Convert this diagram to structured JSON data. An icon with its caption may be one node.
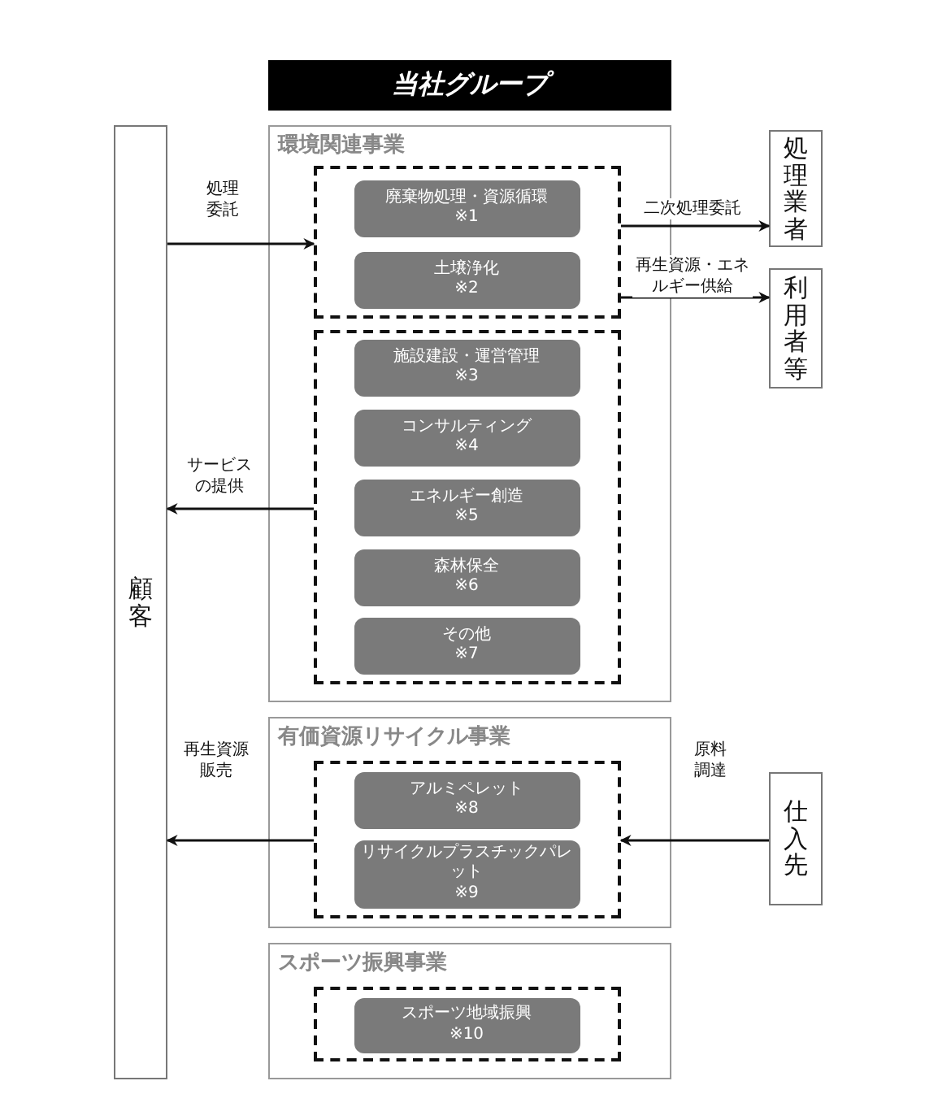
{
  "diagram": {
    "title": "当社グループ",
    "nodes": [
      {
        "text": [
          "顧客"
        ]
      },
      {
        "text": [
          "環境関連事業"
        ]
      },
      {
        "text": [],
        "shape": "box",
        "in": 1
      },
      {
        "text": [
          "廃棄物処理・資源循環",
          "※1"
        ],
        "in": 2
      },
      {
        "text": [
          "土壌浄化",
          "※2"
        ],
        "in": 2
      },
      {
        "text": [],
        "shape": "box",
        "in": 1
      },
      {
        "text": [
          "施設建設・運営管理",
          "※3"
        ],
        "in": 5
      },
      {
        "text": [
          "コンサルティング",
          "※4"
        ],
        "in": 5
      },
      {
        "text": [
          "エネルギー創造",
          "※5"
        ],
        "in": 5
      },
      {
        "text": [
          "森林保全",
          "※6"
        ],
        "in": 5
      },
      {
        "text": [
          "その他",
          "※7"
        ],
        "in": 5
      },
      {
        "text": [
          "有価資源リサイクル事業"
        ]
      },
      {
        "text": [],
        "shape": "box",
        "in": 11
      },
      {
        "text": [
          "アルミペレット",
          "※8"
        ],
        "in": 12
      },
      {
        "text": [
          "リサイクルプラスチックパレット",
          "※9"
        ],
        "in": 12
      },
      {
        "text": [
          "スポーツ振興事業"
        ]
      },
      {
        "text": [],
        "shape": "box",
        "in": 15
      },
      {
        "text": [
          "スポーツ地域振興",
          "※10"
        ],
        "in": 16
      },
      {
        "text": [
          "処理業者"
        ]
      },
      {
        "text": [
          "利用者等"
        ]
      },
      {
        "text": [
          "仕入先"
        ]
      }
    ],
    "edges": [
      {
        "from": 0,
        "to": 2,
        "arrow": "to",
        "label": "処理委託"
      },
      {
        "from": 2,
        "to": 18,
        "arrow": "to",
        "label": "二次処理委託"
      },
      {
        "from": 2,
        "to": 19,
        "arrow": "to",
        "label": "再生資源・エネルギー供給"
      },
      {
        "from": 5,
        "to": 0,
        "arrow": "to",
        "label": "サービスの提供"
      },
      {
        "from": 12,
        "to": 0,
        "arrow": "to",
        "label": "再生資源販売"
      },
      {
        "from": 20,
        "to": 12,
        "arrow": "to",
        "label": "原料調達"
      }
    ]
  }
}
